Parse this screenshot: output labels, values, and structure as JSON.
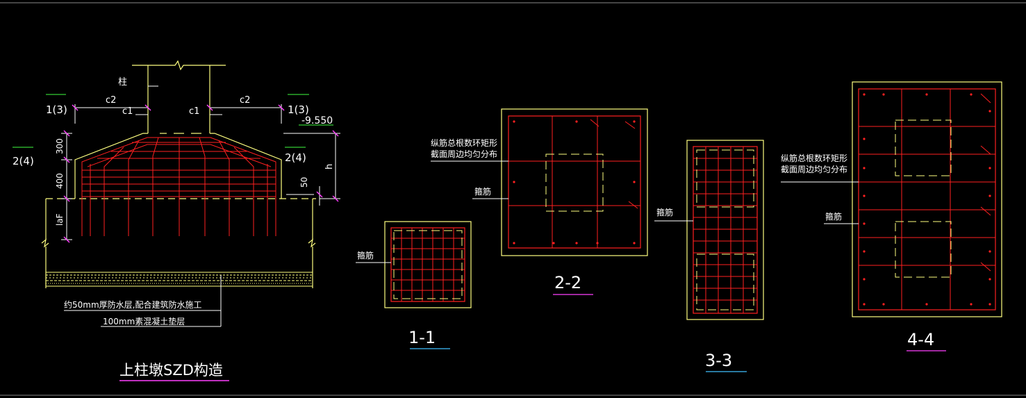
{
  "colors": {
    "background": "#000000",
    "outline": "#ffff80",
    "rebar": "#ff2020",
    "stirrup_dash": "#ffff80",
    "text": "#ffffff",
    "dimension": "#ffffff",
    "underline_title": "#ff40ff",
    "underline_section": "#40c0ff",
    "underline_level": "#40ff40"
  },
  "elevation": {
    "column_label": "柱",
    "c2_left": "c2",
    "c2_right": "c2",
    "c1_left": "c1",
    "c1_right": "c1",
    "section_1_3_left": "1(3)",
    "section_1_3_right": "1(3)",
    "section_2_4_left": "2(4)",
    "section_2_4_right": "2(4)",
    "level_value": "-9.550",
    "dim_300": "300",
    "dim_400": "400",
    "dim_laf": "laF",
    "dim_h": "h",
    "dim_50": "50",
    "note_waterproof": "约50mm厚防水层,配合建筑防水施工",
    "note_cushion": "100mm素混凝土垫层",
    "title": "上柱墩SZD构造"
  },
  "sections": {
    "s11_label": "1-1",
    "s11_stirrup": "箍筋",
    "s22_label": "2-2",
    "s22_note_line1": "纵筋总根数环矩形",
    "s22_note_line2": "截面周边均匀分布",
    "s22_stirrup": "箍筋",
    "s33_label": "3-3",
    "s33_stirrup": "箍筋",
    "s44_label": "4-4",
    "s44_note_line1": "纵筋总根数环矩形",
    "s44_note_line2": "截面周边均匀分布",
    "s44_stirrup": "箍筋"
  }
}
